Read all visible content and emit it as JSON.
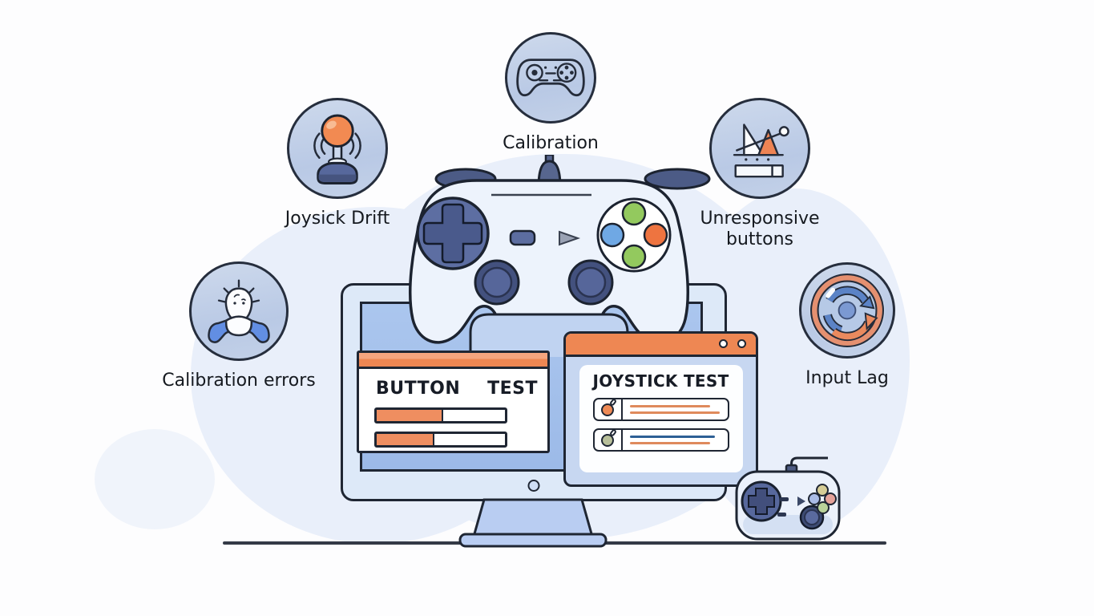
{
  "nodes": [
    {
      "label": "Calibration",
      "icon": "gamepad-outline-icon"
    },
    {
      "label": "Joysick Drift",
      "icon": "joystick-icon"
    },
    {
      "label": "Unresponsive buttons",
      "icon": "button-response-chart-icon"
    },
    {
      "label": "Calibration errors",
      "icon": "confused-player-icon"
    },
    {
      "label": "Input Lag",
      "icon": "cycle-arrows-icon"
    }
  ],
  "button_test_window": {
    "title_left": "BUTTON",
    "title_right": "TEST",
    "bars": [
      {
        "fill_percent": 52
      },
      {
        "fill_percent": 45
      }
    ]
  },
  "joystick_test_window": {
    "title": "JOYSTICK TEST",
    "rows": [
      {
        "ball_color": "#ef8a55",
        "line_colors": [
          "#df8a5c",
          "#df8a5c"
        ]
      },
      {
        "ball_color": "#b9c09a",
        "line_colors": [
          "#2e6095",
          "#df8a5c"
        ]
      }
    ]
  },
  "colors": {
    "accent_orange": "#ee8753",
    "window_header_orange_light": "#f6a57e",
    "progress_fill_orange": "#ef8e60",
    "screen_blue": "#a3c0ea",
    "monitor_bezel": "#dde9f8",
    "node_circle_fill": "#c2d0e7",
    "controller_body": "#edf3fc",
    "controller_dark_blue": "#57689c",
    "background_blob": "#e9effa",
    "outline_dark": "#1f2633",
    "face_button_green": "#93c95e",
    "face_button_blue": "#6fa8e4",
    "face_button_orange": "#ee7440",
    "joystick_ball_orange": "#f28a52"
  }
}
